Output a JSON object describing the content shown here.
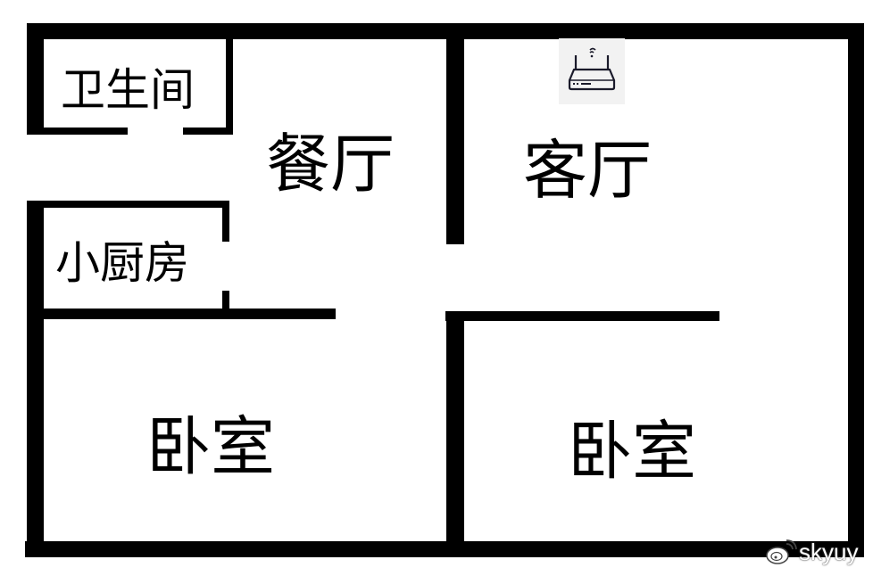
{
  "floorplan": {
    "rooms": [
      {
        "id": "bathroom",
        "label": "卫生间"
      },
      {
        "id": "dining",
        "label": "餐厅"
      },
      {
        "id": "living",
        "label": "客厅"
      },
      {
        "id": "kitchen",
        "label": "小厨房"
      },
      {
        "id": "bedroom-left",
        "label": "卧室"
      },
      {
        "id": "bedroom-right",
        "label": "卧室"
      }
    ],
    "devices": [
      {
        "id": "router",
        "icon": "wifi-router-icon",
        "room": "living"
      }
    ],
    "colors": {
      "wall": "#000000",
      "background": "#ffffff",
      "router_bg": "#f2f2f2"
    }
  },
  "watermark": {
    "icon": "weibo-icon",
    "text": "skyuy"
  }
}
